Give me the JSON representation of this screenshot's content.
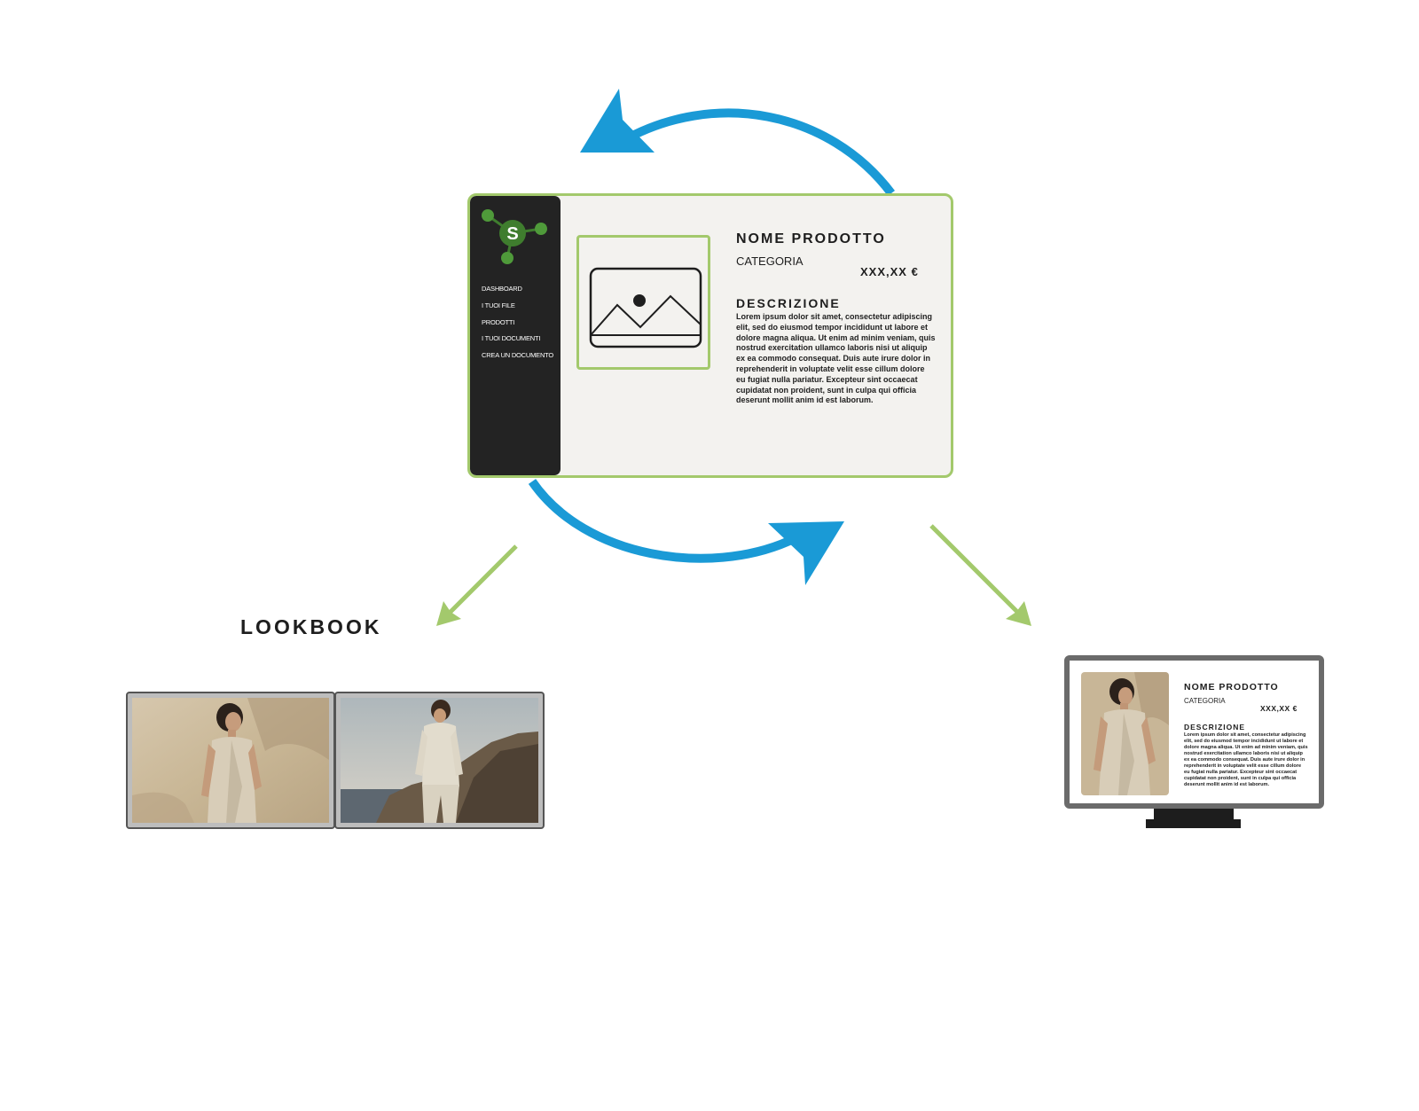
{
  "app": {
    "logo_letter": "S",
    "nav": [
      "DASHBOARD",
      "I TUOI FILE",
      "PRODOTTI",
      "I TUOI DOCUMENTI",
      "CREA UN DOCUMENTO"
    ],
    "product_name": "NOME PRODOTTO",
    "category": "CATEGORIA",
    "price": "XXX,XX €",
    "description_title": "DESCRIZIONE",
    "description": "Lorem ipsum dolor sit amet, consectetur adipiscing elit, sed do eiusmod tempor incididunt ut labore et dolore magna aliqua. Ut enim ad minim veniam, quis nostrud exercitation ullamco laboris nisi ut aliquip ex ea commodo consequat. Duis aute irure dolor in reprehenderit in voluptate velit esse cillum dolore eu fugiat nulla pariatur. Excepteur sint occaecat cupidatat non proident, sunt in culpa qui officia deserunt mollit anim id est laborum."
  },
  "lookbook": {
    "title": "LOOKBOOK"
  },
  "monitor": {
    "product_name": "NOME PRODOTTO",
    "category": "CATEGORIA",
    "price": "XXX,XX €",
    "description_title": "DESCRIZIONE",
    "description": "Lorem ipsum dolor sit amet, consectetur adipiscing elit, sed do eiusmod tempor incididunt ut labore et dolore magna aliqua. Ut enim ad minim veniam, quis nostrud exercitation ullamco laboris nisi ut aliquip ex ea commodo consequat. Duis aute irure dolor in reprehenderit in voluptate velit esse cillum dolore eu fugiat nulla pariatur. Excepteur sint occaecat cupidatat non proident, sunt in culpa qui officia deserunt mollit anim id est laborum."
  },
  "colors": {
    "cycle_arrow": "#1a9ad6",
    "flow_arrow": "#a3c96c",
    "accent_green": "#a3c96c",
    "logo_green": "#3f7d2e",
    "sidebar": "#232323"
  }
}
